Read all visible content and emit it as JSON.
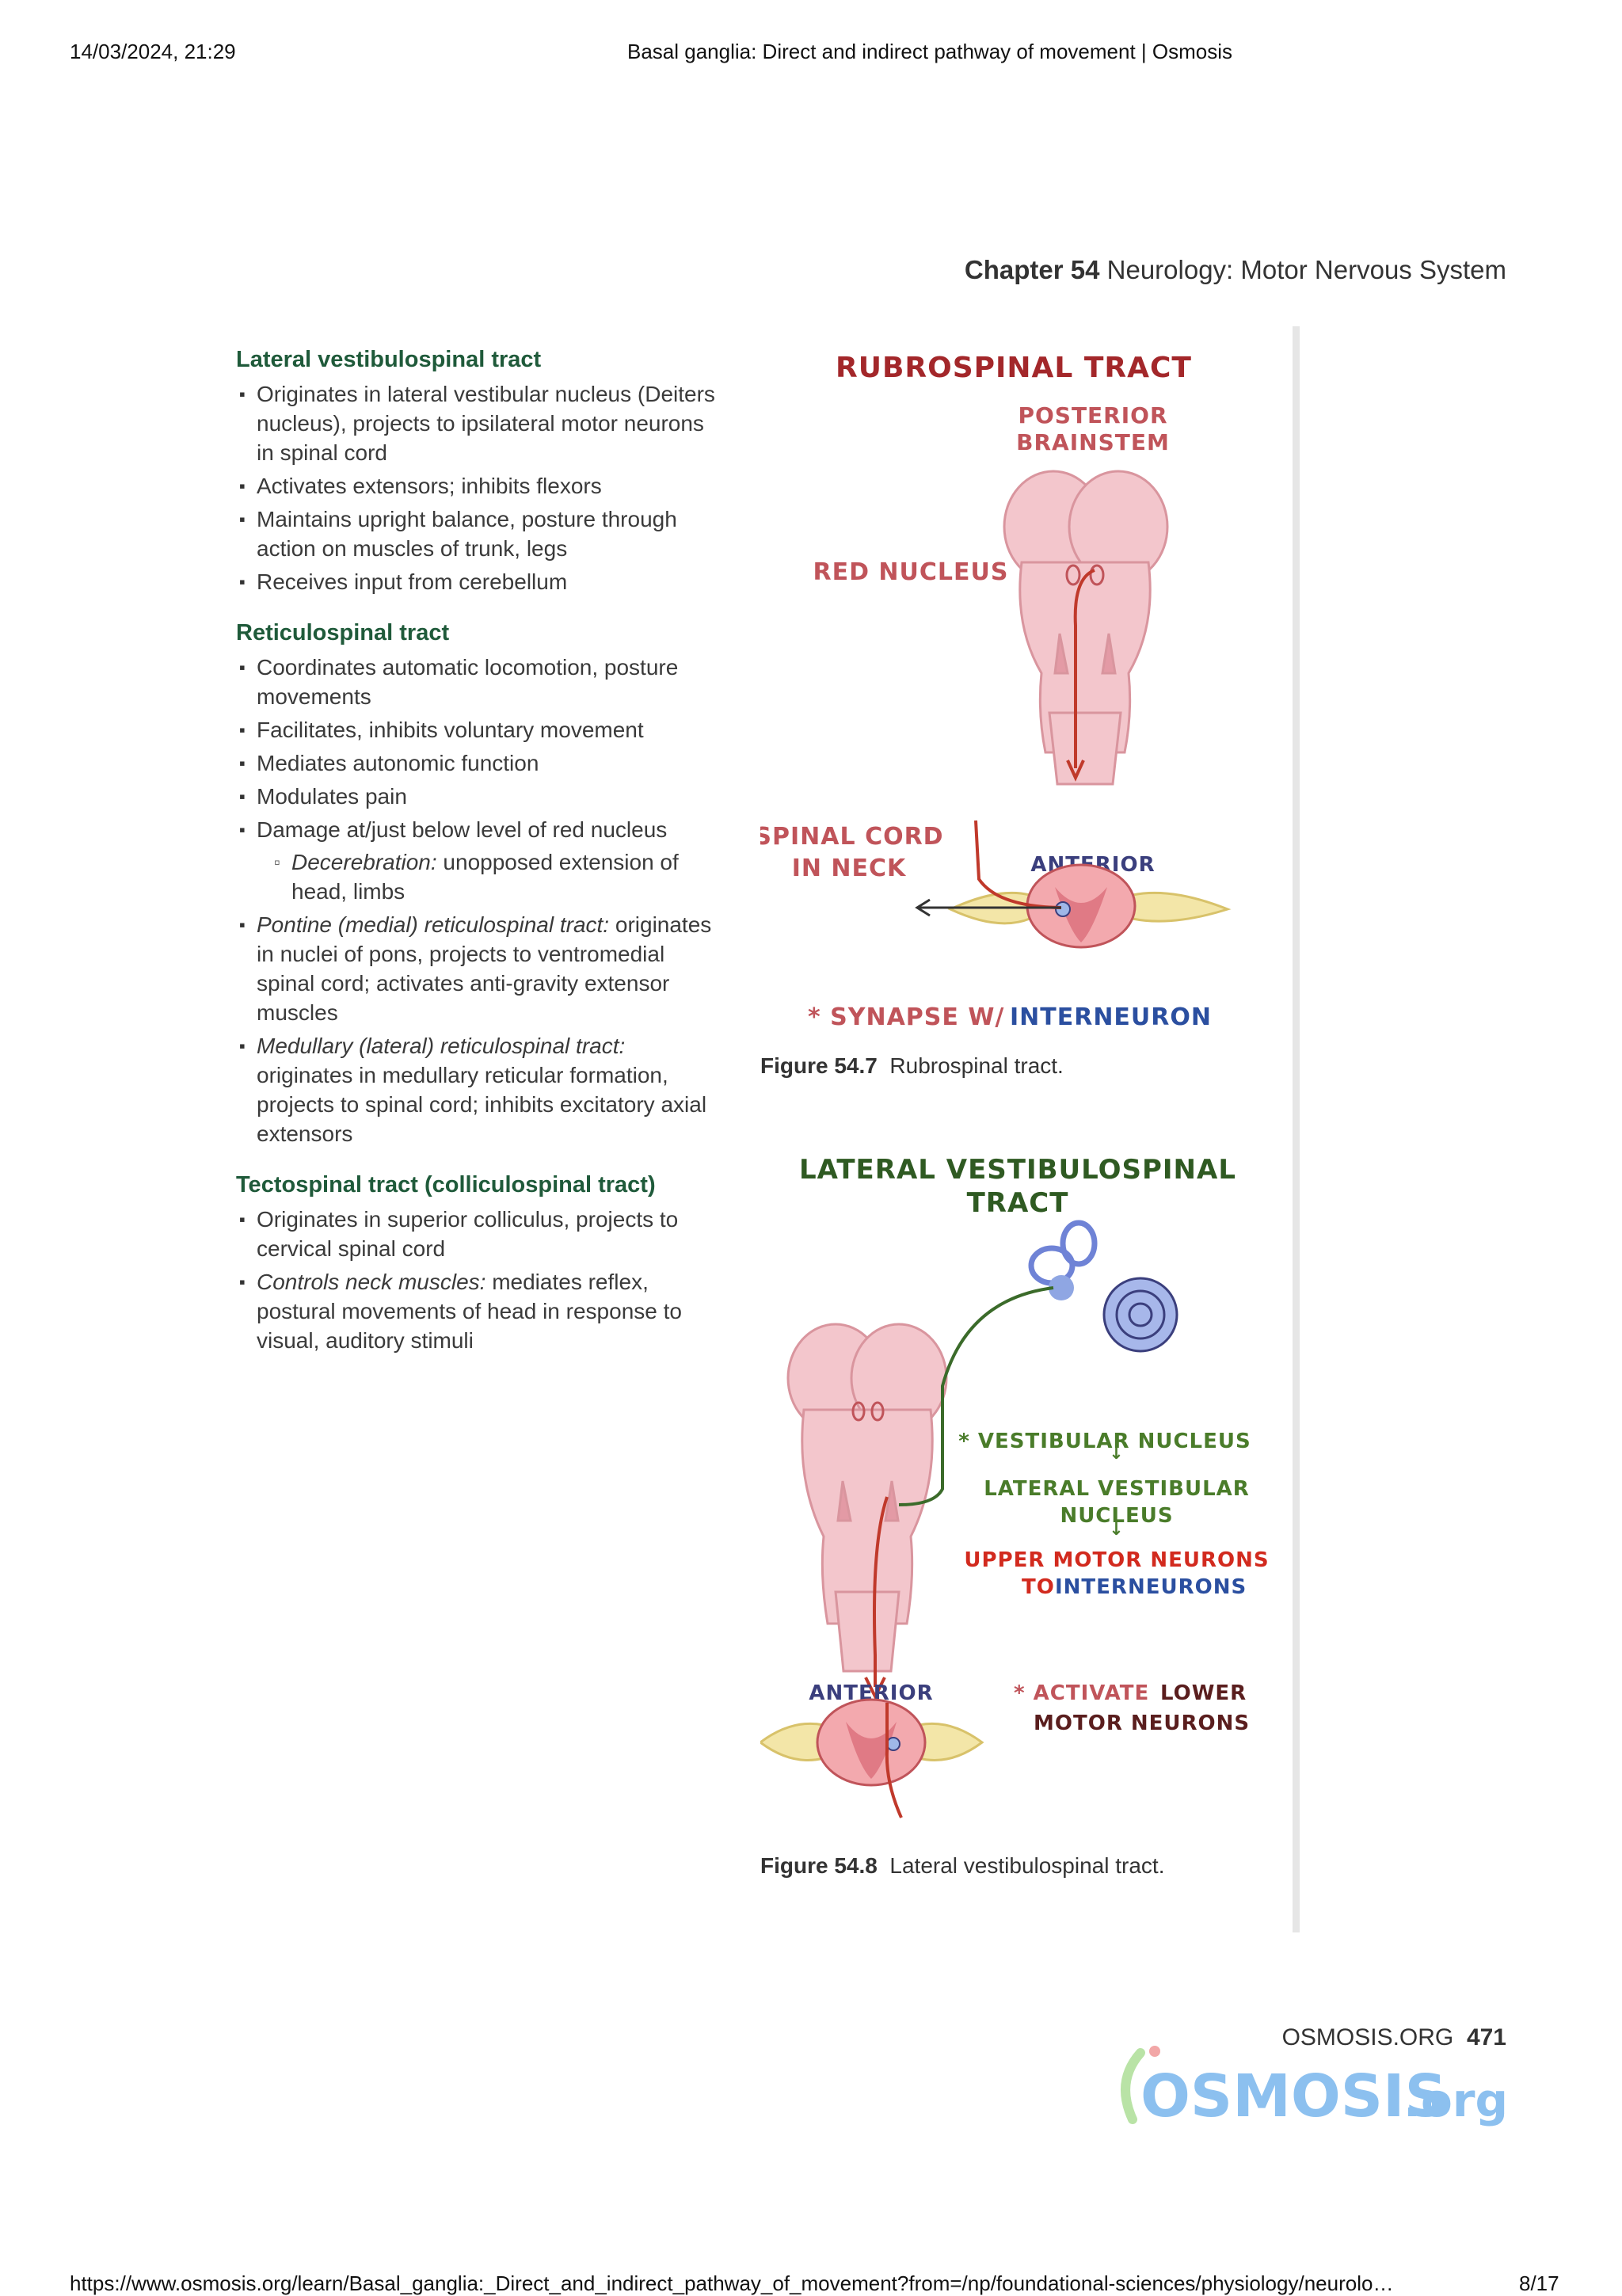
{
  "print_header": {
    "datetime": "14/03/2024, 21:29",
    "title": "Basal ganglia: Direct and indirect pathway of movement | Osmosis"
  },
  "print_footer": {
    "url": "https://www.osmosis.org/learn/Basal_ganglia:_Direct_and_indirect_pathway_of_movement?from=/np/foundational-sciences/physiology/neurolo…",
    "page_of": "8/17"
  },
  "chapter": {
    "label": "Chapter 54",
    "title": "Neurology: Motor Nervous System"
  },
  "sections": [
    {
      "heading": "Lateral vestibulospinal tract",
      "bullets": [
        {
          "text": "Originates in lateral vestibular nucleus (Deiters nucleus), projects to ipsilateral motor neurons in spinal cord"
        },
        {
          "text": "Activates extensors; inhibits flexors"
        },
        {
          "text": "Maintains upright balance, posture through action on muscles of trunk, legs"
        },
        {
          "text": "Receives input from cerebellum"
        }
      ]
    },
    {
      "heading": "Reticulospinal tract",
      "bullets": [
        {
          "text": "Coordinates automatic locomotion, posture movements"
        },
        {
          "text": "Facilitates, inhibits voluntary movement"
        },
        {
          "text": "Mediates autonomic function"
        },
        {
          "text": "Modulates pain"
        },
        {
          "text": "Damage at/just below level of red nucleus",
          "sub": [
            {
              "em": "Decerebration:",
              "text": " unopposed extension of head, limbs"
            }
          ]
        },
        {
          "em": "Pontine (medial) reticulospinal tract:",
          "text": " originates in nuclei of pons, projects to ventromedial spinal cord; activates anti-gravity extensor muscles"
        },
        {
          "em": "Medullary (lateral) reticulospinal tract:",
          "text": " originates in medullary reticular formation, projects to spinal cord; inhibits excitatory axial extensors"
        }
      ]
    },
    {
      "heading": "Tectospinal tract (colliculospinal tract)",
      "bullets": [
        {
          "text": "Originates in superior colliculus, projects to cervical spinal cord"
        },
        {
          "em": "Controls neck muscles:",
          "text": " mediates reflex, postural movements of head in response to visual, auditory stimuli"
        }
      ]
    }
  ],
  "figure1": {
    "title": "RUBROSPINAL TRACT",
    "label_posterior": "POSTERIOR",
    "label_brainstem": "BRAINSTEM",
    "label_red_nucleus": "RED NUCLEUS",
    "label_spinal_cord": "SPINAL CORD",
    "label_in_neck": "IN NECK",
    "label_anterior": "ANTERIOR",
    "note_prefix": "* SYNAPSE W/",
    "note_highlight": "INTERNEURON",
    "caption_label": "Figure 54.7",
    "caption_text": "Rubrospinal tract."
  },
  "figure2": {
    "title_line1": "LATERAL VESTIBULOSPINAL",
    "title_line2": "TRACT",
    "label_vestibular_nucleus": "* VESTIBULAR NUCLEUS",
    "label_lateral_vestibular": "LATERAL VESTIBULAR",
    "label_nucleus": "NUCLEUS",
    "label_umn": "UPPER MOTOR NEURONS",
    "label_to": "TO",
    "label_interneurons": "INTERNEURONS",
    "label_anterior": "ANTERIOR",
    "label_activate": "* ACTIVATE",
    "label_lower": "LOWER",
    "label_motor_neurons": "MOTOR NEURONS",
    "caption_label": "Figure 54.8",
    "caption_text": "Lateral vestibulospinal tract."
  },
  "page_footer": {
    "site": "OSMOSIS.ORG",
    "page_number": "471"
  },
  "logo": {
    "text_main": "OSMOSIS",
    "text_suffix": ".org"
  },
  "colors": {
    "heading_green": "#1f5a3a",
    "fig_title_red": "#a3272a",
    "label_rose": "#c0545a",
    "label_navy": "#3b3f7d",
    "interneuron_blue": "#2b4fa0",
    "green_label": "#4a7c2a",
    "umn_red": "#d22a1e",
    "brain_pink": "#f3c6cc",
    "logo_blue": "#8cc0ef"
  }
}
